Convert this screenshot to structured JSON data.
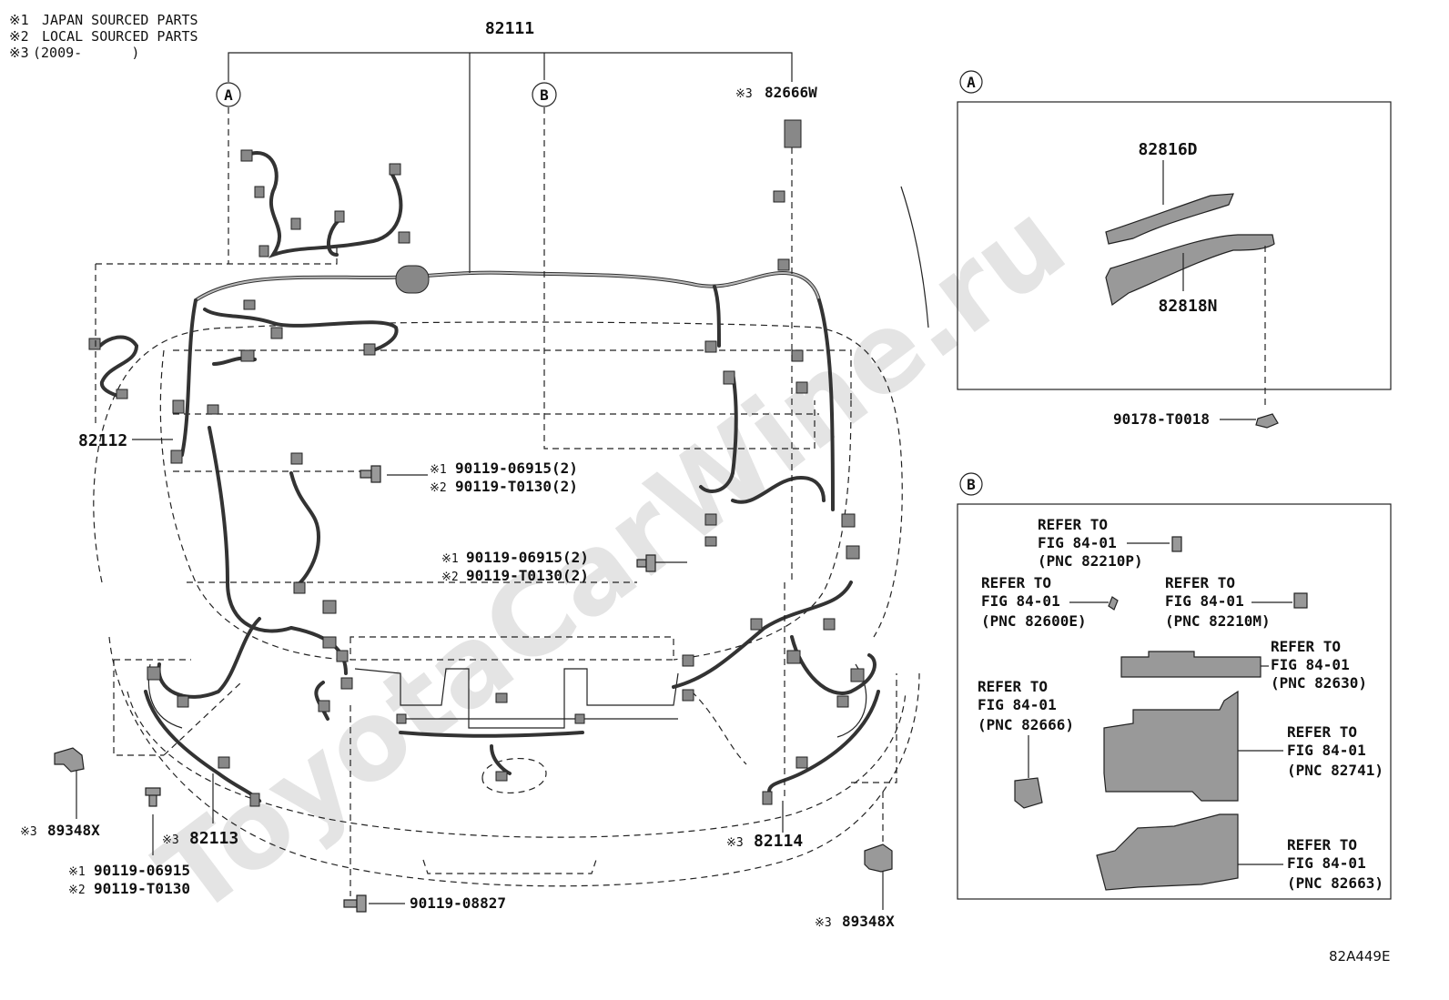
{
  "notes": [
    {
      "mark": "※1",
      "text": "JAPAN SOURCED PARTS"
    },
    {
      "mark": "※2",
      "text": "LOCAL SOURCED PARTS"
    },
    {
      "mark": "※3",
      "text": "(2009-      )"
    }
  ],
  "main_harness": "82111",
  "callouts": {
    "A": "A",
    "B": "B"
  },
  "parts": {
    "p82666w": {
      "mark": "※3",
      "num": "82666W"
    },
    "p82112": "82112",
    "bolt_upper_1": {
      "mark": "※1",
      "num": "90119-06915(2)"
    },
    "bolt_upper_2": {
      "mark": "※2",
      "num": "90119-T0130(2)"
    },
    "bolt_mid_1": {
      "mark": "※1",
      "num": "90119-06915(2)"
    },
    "bolt_mid_2": {
      "mark": "※2",
      "num": "90119-T0130(2)"
    },
    "p89348x_left": {
      "mark": "※3",
      "num": "89348X"
    },
    "p82113": {
      "mark": "※3",
      "num": "82113"
    },
    "bolt_low_1": {
      "mark": "※1",
      "num": "90119-06915"
    },
    "bolt_low_2": {
      "mark": "※2",
      "num": "90119-T0130"
    },
    "p90119_08827": "90119-08827",
    "p82114": {
      "mark": "※3",
      "num": "82114"
    },
    "p89348x_right": {
      "mark": "※3",
      "num": "89348X"
    }
  },
  "box_a": {
    "label": "A",
    "p82816d": "82816D",
    "p82818n": "82818N",
    "clip": "90178-T0018"
  },
  "box_b": {
    "label": "B",
    "refs": [
      {
        "l1": "REFER TO",
        "l2": "FIG 84-01",
        "l3": "(PNC 82210P)"
      },
      {
        "l1": "REFER TO",
        "l2": "FIG 84-01",
        "l3": "(PNC 82600E)"
      },
      {
        "l1": "REFER TO",
        "l2": "FIG 84-01",
        "l3": "(PNC 82210M)"
      },
      {
        "l1": "REFER TO",
        "l2": "FIG 84-01",
        "l3": "(PNC 82630)"
      },
      {
        "l1": "REFER TO",
        "l2": "FIG 84-01",
        "l3": "(PNC 82666)"
      },
      {
        "l1": "REFER TO",
        "l2": "FIG 84-01",
        "l3": "(PNC 82741)"
      },
      {
        "l1": "REFER TO",
        "l2": "FIG 84-01",
        "l3": "(PNC 82663)"
      }
    ]
  },
  "figure_code": "82A449E",
  "watermark": "ToyotaCarWine.ru"
}
